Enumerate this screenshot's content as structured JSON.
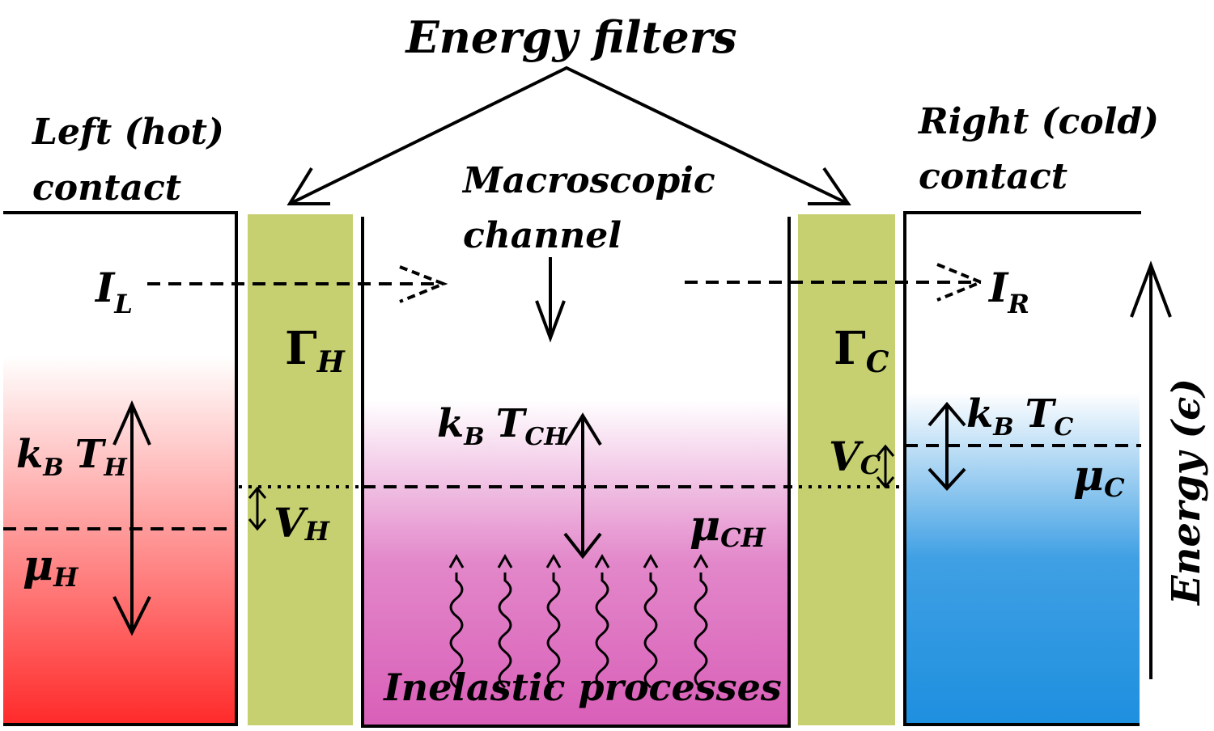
{
  "title": "Energy filters",
  "left_contact": {
    "line1": "Left (hot)",
    "line2": "contact",
    "color": "#ff2a2a"
  },
  "right_contact": {
    "line1": "Right (cold)",
    "line2": "contact",
    "color": "#1e8fdf"
  },
  "channel": {
    "line1": "Macroscopic",
    "line2": "channel",
    "color": "#d95fb8"
  },
  "filter_color": "#c6d071",
  "currents": {
    "left": {
      "main": "I",
      "sub": "L"
    },
    "right": {
      "main": "I",
      "sub": "R"
    }
  },
  "barriers": {
    "hot": {
      "main": "Γ",
      "sub": "H"
    },
    "cold": {
      "main": "Γ",
      "sub": "C"
    }
  },
  "temperatures": {
    "hot": {
      "k": "k",
      "k_sub": "B",
      "T": "T",
      "T_sub": "H"
    },
    "channel": {
      "k": "k",
      "k_sub": "B",
      "T": "T",
      "T_sub": "CH"
    },
    "cold": {
      "k": "k",
      "k_sub": "B",
      "T": "T",
      "T_sub": "C"
    }
  },
  "chemical_potentials": {
    "hot": {
      "main": "μ",
      "sub": "H"
    },
    "channel": {
      "main": "μ",
      "sub": "CH"
    },
    "cold": {
      "main": "μ",
      "sub": "C"
    }
  },
  "voltages": {
    "hot": {
      "main": "V",
      "sub": "H"
    },
    "cold": {
      "main": "V",
      "sub": "C"
    }
  },
  "inelastic_label": "Inelastic processes",
  "energy_axis_label": "Energy (ϵ)"
}
